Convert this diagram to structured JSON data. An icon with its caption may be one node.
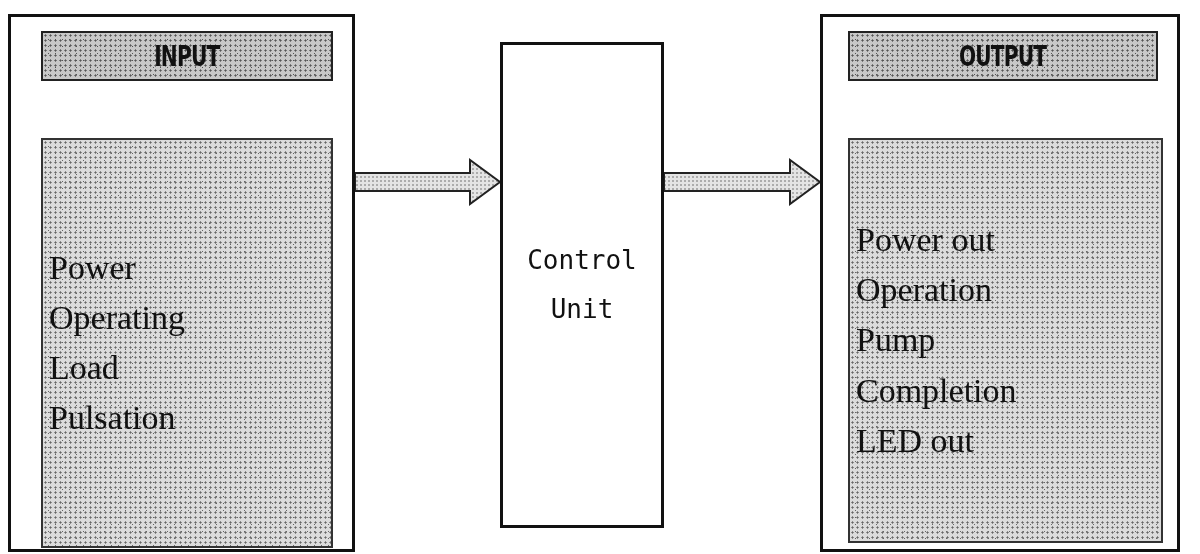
{
  "diagram": {
    "nodes": [
      {
        "text": [],
        "shape": "box"
      },
      {
        "text": [
          "INPUT"
        ],
        "in": 0
      },
      {
        "text": [
          "Power",
          "Operating",
          "Load",
          "Pulsation"
        ],
        "in": 0
      },
      {
        "text": [
          "Control Unit"
        ]
      },
      {
        "text": [],
        "shape": "box"
      },
      {
        "text": [
          "OUTPUT"
        ],
        "in": 4
      },
      {
        "text": [
          "Power out",
          "Operation",
          "Pump",
          "Completion",
          "LED out"
        ],
        "in": 4
      }
    ],
    "edges": [
      {
        "from": 0,
        "to": 3,
        "arrow": "to"
      },
      {
        "from": 3,
        "to": 4,
        "arrow": "to"
      }
    ]
  }
}
